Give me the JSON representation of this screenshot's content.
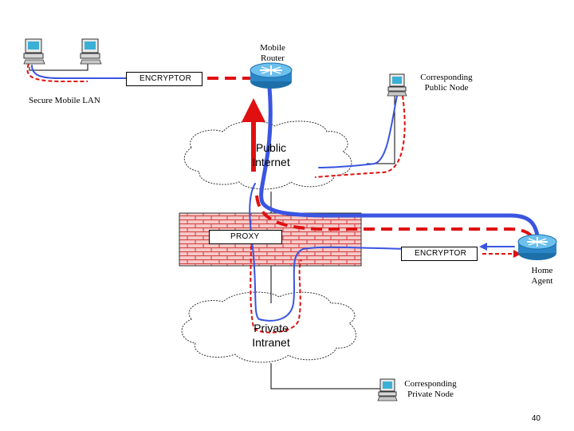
{
  "nodes": {
    "mobile_router": [
      "Mobile",
      "Router"
    ],
    "corresponding_public_node": [
      "Corresponding",
      "Public Node"
    ],
    "secure_mobile_lan": "Secure Mobile LAN",
    "home_agent": [
      "Home",
      "Agent"
    ],
    "corresponding_private_node": [
      "Corresponding",
      "Private Node"
    ]
  },
  "boxes": {
    "encryptor_top": "ENCRYPTOR",
    "proxy": "PROXY",
    "encryptor_right": "ENCRYPTOR"
  },
  "clouds": {
    "public_internet": [
      "Public",
      "Internet"
    ],
    "private_intranet": [
      "Private",
      "Intranet"
    ]
  },
  "legend": {
    "blue_path": "#3a55e0",
    "red_dashed_path": "#e01010"
  },
  "page_number": "40"
}
